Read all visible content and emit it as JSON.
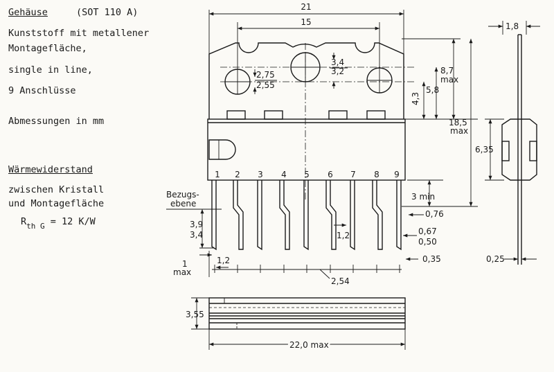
{
  "description": {
    "title": "Gehäuse",
    "package": "(SOT 110 A)",
    "line1": "Kunststoff mit metallener",
    "line2": "Montagefläche,",
    "line3": "single in line,",
    "line4": "9 Anschlüsse",
    "units": "Abmessungen in mm",
    "thermal_title": "Wärmewiderstand",
    "thermal_line1": "zwischen Kristall",
    "thermal_line2": "und Montagefläche",
    "rth_symbol": "R",
    "rth_sub": "th G",
    "rth_value": "= 12 K/W"
  },
  "pins": [
    "1",
    "2",
    "3",
    "4",
    "5",
    "6",
    "7",
    "8",
    "9"
  ],
  "dimensions": {
    "width_total": "21",
    "hole_spacing": "15",
    "center_hole_a": "3,4",
    "center_hole_b": "3,2",
    "side_hole_a": "2,75",
    "side_hole_b": "2,55",
    "tab_height_a": "8,7",
    "tab_height_b": "max",
    "hole_height": "5,8",
    "hole_offset": "4,3",
    "height_total_a": "18,5",
    "height_total_b": "max",
    "pin_min": "3 min",
    "pin_width": "0,76",
    "lead_thk_a": "0,67",
    "lead_thk_b": "0,50",
    "lead_tip": "0,35",
    "ref_plane_a": "Bezugs-",
    "ref_plane_b": "ebene",
    "bend_a": "3,9",
    "bend_b": "3,4",
    "lead_pitch_off": "1,2",
    "left_off": "1,2",
    "left_margin_a": "1",
    "left_margin_b": "max",
    "pitch": "2,54",
    "side_width": "1,8",
    "side_body": "6,35",
    "side_lead": "0,25",
    "bottom_height": "3,55",
    "bottom_length": "22,0 max"
  }
}
